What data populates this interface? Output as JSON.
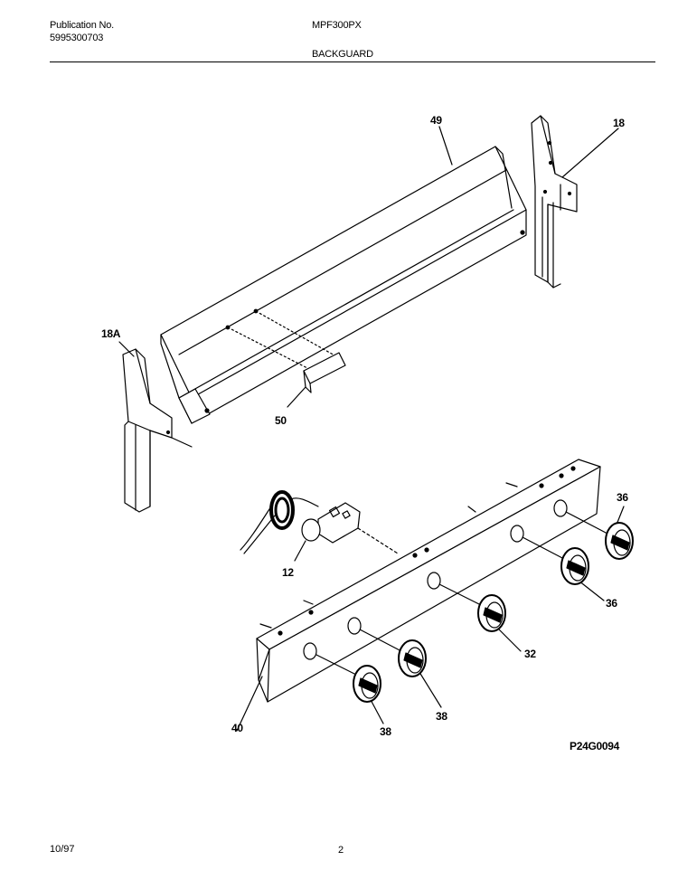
{
  "header": {
    "publication_label": "Publication No.",
    "publication_number": "5995300703",
    "model": "MPF300PX",
    "section": "BACKGUARD"
  },
  "callouts": {
    "c49": "49",
    "c18": "18",
    "c18a": "18A",
    "c50": "50",
    "c12": "12",
    "c36a": "36",
    "c36b": "36",
    "c32": "32",
    "c40": "40",
    "c38a": "38",
    "c38b": "38"
  },
  "diagram_code": "P24G0094",
  "footer": {
    "date": "10/97",
    "page": "2"
  }
}
